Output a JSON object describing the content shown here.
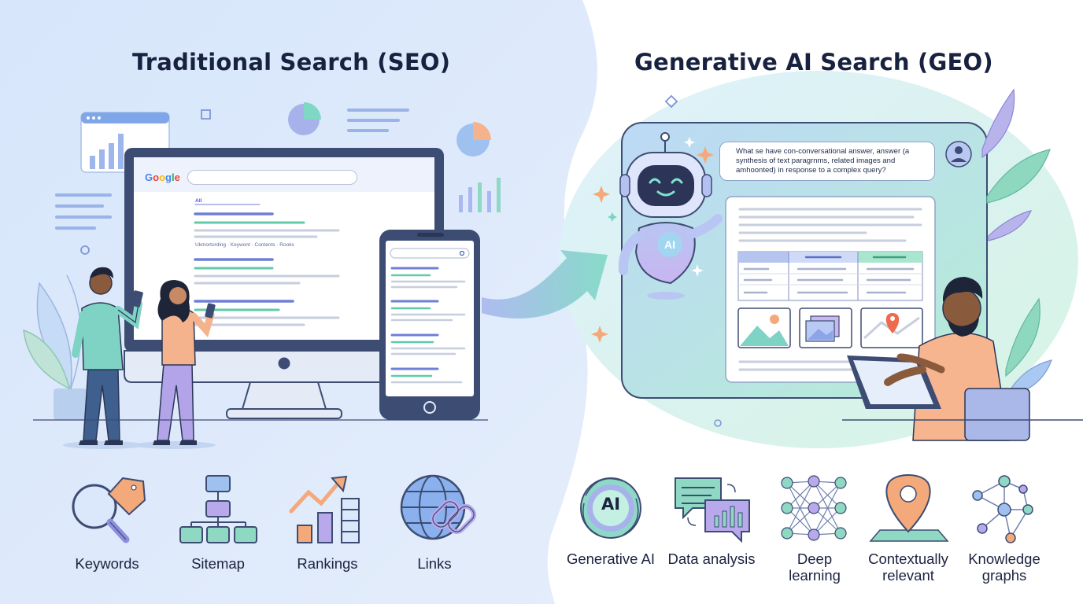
{
  "seo": {
    "title": "Traditional Search (SEO)",
    "logo_letters": [
      "G",
      "o",
      "o",
      "g",
      "l",
      "e"
    ],
    "tab_label": "All",
    "result_tags": "Ukmortording  ·  Keywont  ·  Contents  ·  Rooks",
    "icons": [
      {
        "name": "magnifier-tag-icon",
        "label": "Keywords"
      },
      {
        "name": "sitemap-icon",
        "label": "Sitemap"
      },
      {
        "name": "rising-chart-icon",
        "label": "Rankings"
      },
      {
        "name": "globe-link-icon",
        "label": "Links"
      }
    ]
  },
  "geo": {
    "title": "Generative AI Search (GEO)",
    "chat_text": "What se have con-conversational answer, answer (a synthesis of text paragrnms, related images and amhoonted) in response to a complex query?",
    "robot_badge": "AI",
    "icon_ai_text": "AI",
    "icons": [
      {
        "name": "ai-swirl-icon",
        "label": "Generative AI"
      },
      {
        "name": "chat-chart-icon",
        "label": "Data analysis"
      },
      {
        "name": "neural-network-icon",
        "label": "Deep learning"
      },
      {
        "name": "map-pin-icon",
        "label": "Contextually relevant"
      },
      {
        "name": "knowledge-graph-icon",
        "label": "Knowledge graphs"
      }
    ]
  },
  "colors": {
    "seo_bg": "#dce9fb",
    "geo_bg": "#d9f4e8",
    "navy": "#3b4a6e",
    "accent_purple": "#8e8ee0",
    "accent_teal": "#6fd3b5",
    "accent_orange": "#f4a97a"
  }
}
